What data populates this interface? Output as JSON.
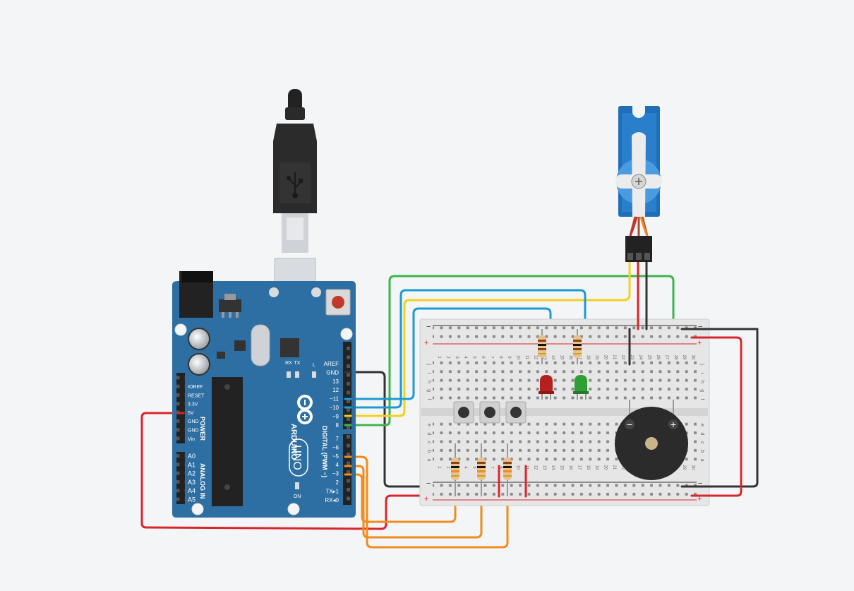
{
  "colors": {
    "background": "#f4f5f7",
    "board": "#2e6fa3",
    "breadboard": "#e6e6e6",
    "wire_red": "#d9262c",
    "wire_black": "#333333",
    "wire_blue": "#1b9bd1",
    "wire_yellow": "#f2d21c",
    "wire_green": "#3cb54a",
    "wire_orange": "#f08c1c",
    "led_red": "#b3201e",
    "led_green": "#2f9e35",
    "servo": "#1f6fb8",
    "buzzer": "#2b2b2b"
  },
  "arduino": {
    "brand": "ARDUINO",
    "model": "UNO",
    "led_l": "L",
    "led_tx": "TX",
    "led_rx": "RX",
    "led_on": "ON",
    "power_title": "POWER",
    "analog_title": "ANALOG IN",
    "digital_title": "DIGITAL (PWM ~)",
    "power_pins": [
      "IOREF",
      "RESET",
      "3.3V",
      "5V",
      "GND",
      "GND",
      "Vin"
    ],
    "analog_pins": [
      "A0",
      "A1",
      "A2",
      "A3",
      "A4",
      "A5"
    ],
    "top_header_pins": [
      "AREF",
      "GND",
      "13",
      "12",
      "~11",
      "~10",
      "~9",
      "8"
    ],
    "bottom_header_pins": [
      "7",
      "~6",
      "~5",
      "4",
      "~3",
      "2",
      "TX▸1",
      "RX◂0"
    ]
  },
  "breadboard": {
    "rail_plus": "+",
    "rail_minus": "−",
    "row_letters_top": [
      "j",
      "i",
      "h",
      "g",
      "f"
    ],
    "row_letters_bottom": [
      "e",
      "d",
      "c",
      "b",
      "a"
    ],
    "columns": [
      "1",
      "2",
      "3",
      "4",
      "5",
      "6",
      "7",
      "8",
      "9",
      "10",
      "11",
      "12",
      "13",
      "14",
      "15",
      "16",
      "17",
      "18",
      "19",
      "20",
      "21",
      "22",
      "23",
      "24",
      "25",
      "26",
      "27",
      "28",
      "29",
      "30"
    ]
  },
  "buzzer": {
    "minus": "−",
    "plus": "+"
  }
}
